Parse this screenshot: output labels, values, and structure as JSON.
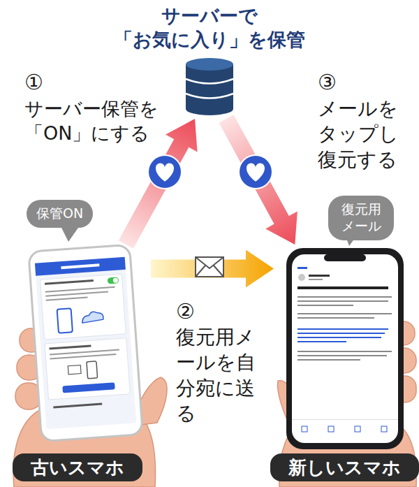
{
  "diagram": {
    "nodes": [
      {
        "text": [
          "サーバーで 「お気に入り」を保管"
        ]
      },
      {
        "text": [
          "古いスマホ"
        ]
      },
      {
        "text": [
          "新しいスマホ"
        ]
      },
      {
        "text": [
          "保管ON"
        ]
      },
      {
        "text": [
          "復元用メール"
        ]
      }
    ],
    "edges": [
      {
        "from": 1,
        "to": 0,
        "arrow": "to"
      },
      {
        "from": 0,
        "to": 2,
        "arrow": "to"
      },
      {
        "from": 1,
        "to": 2,
        "arrow": "to"
      }
    ],
    "labels": [
      "①",
      "サーバー保管を「ON」にする",
      "③",
      "メールをタップし復元する",
      "②",
      "復元用メールを自分宛に送る"
    ]
  }
}
